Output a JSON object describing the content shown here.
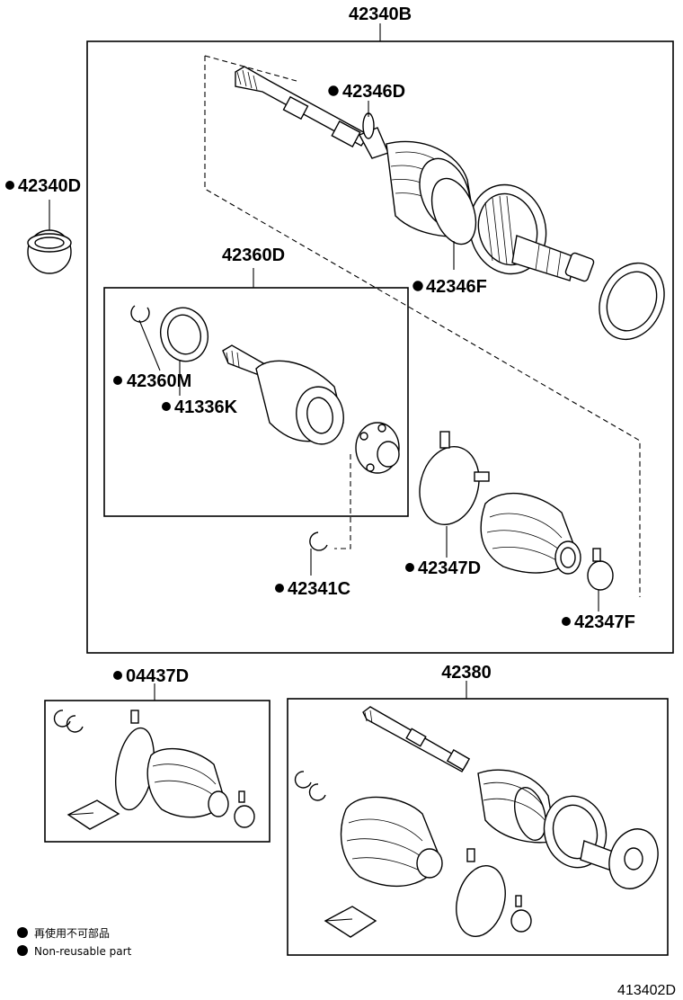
{
  "parts": {
    "p42340B": "42340B",
    "p42346D": "42346D",
    "p42340D": "42340D",
    "p42360D": "42360D",
    "p42346F": "42346F",
    "p42360M": "42360M",
    "p41336K": "41336K",
    "p42347D": "42347D",
    "p42341C": "42341C",
    "p42347F": "42347F",
    "p04437D": "04437D",
    "p42380": "42380"
  },
  "legend": {
    "line1": "再使用不可部品",
    "line2": "Non-reusable part"
  },
  "illustration_number": "413402D",
  "colors": {
    "ink": "#000000",
    "paper": "#ffffff"
  }
}
